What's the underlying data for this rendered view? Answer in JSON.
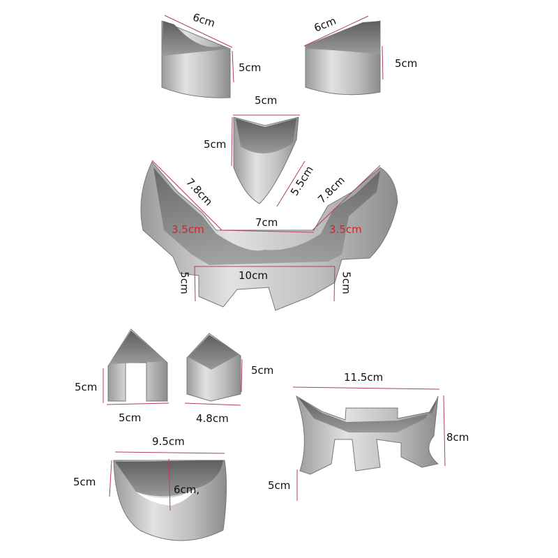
{
  "image": {
    "description": "Stainless steel Halloween pumpkin-face cookie cutter set with dimension annotations",
    "background": "#ffffff",
    "metal_light": "#d4d4d4",
    "metal_mid": "#a8a8a8",
    "metal_dark": "#6a6a6a",
    "dimension_line_color": "#b0405a",
    "highlight_label_color": "#e02020"
  },
  "cutters": [
    {
      "id": "left-eye",
      "labels": {
        "top": "6cm",
        "side": "5cm"
      }
    },
    {
      "id": "right-eye",
      "labels": {
        "top": "6cm",
        "side": "5cm"
      }
    },
    {
      "id": "nose",
      "labels": {
        "top": "5cm",
        "side": "5cm",
        "diag": "5.5cm"
      }
    },
    {
      "id": "mouth",
      "labels": {
        "left_diag": "7.8cm",
        "right_diag": "7.8cm",
        "center_top": "7cm",
        "center_bottom": "10cm",
        "left_red": "3.5cm",
        "right_red": "3.5cm",
        "left_side": "5cm",
        "right_side": "5cm"
      }
    },
    {
      "id": "house",
      "labels": {
        "side": "5cm",
        "bottom": "5cm"
      }
    },
    {
      "id": "heart-shape",
      "labels": {
        "side": "5cm",
        "bottom": "4.8cm"
      }
    },
    {
      "id": "bat",
      "labels": {
        "top": "11.5cm",
        "side": "8cm",
        "left": "5cm"
      }
    },
    {
      "id": "half-moon",
      "labels": {
        "top": "9.5cm",
        "side": "5cm",
        "inner": "6cm,"
      }
    }
  ]
}
